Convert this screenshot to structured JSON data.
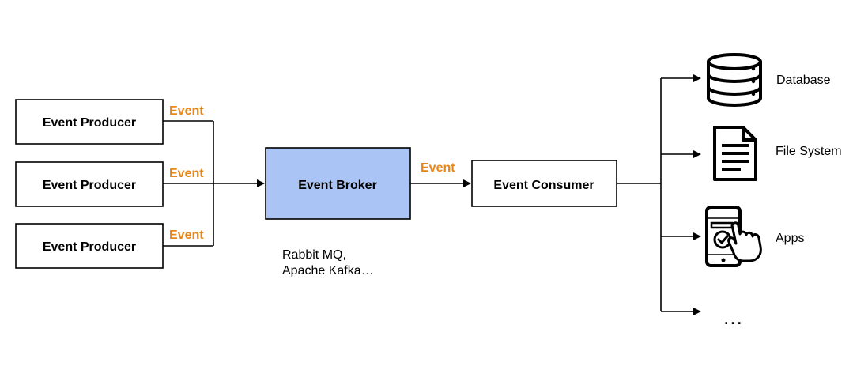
{
  "colors": {
    "event_label": "#e8861a",
    "broker_fill": "#a9c4f5",
    "stroke": "#000000"
  },
  "producers": [
    {
      "label": "Event Producer",
      "event_label": "Event"
    },
    {
      "label": "Event Producer",
      "event_label": "Event"
    },
    {
      "label": "Event Producer",
      "event_label": "Event"
    }
  ],
  "broker": {
    "label": "Event Broker",
    "examples": [
      "Rabbit MQ,",
      "Apache Kafka…"
    ]
  },
  "broker_to_consumer_label": "Event",
  "consumer": {
    "label": "Event Consumer"
  },
  "outputs": [
    {
      "label": "Database",
      "icon": "database-icon"
    },
    {
      "label": "File System",
      "icon": "document-icon"
    },
    {
      "label": "Apps",
      "icon": "mobile-app-icon"
    },
    {
      "label": "…",
      "icon": ""
    }
  ]
}
